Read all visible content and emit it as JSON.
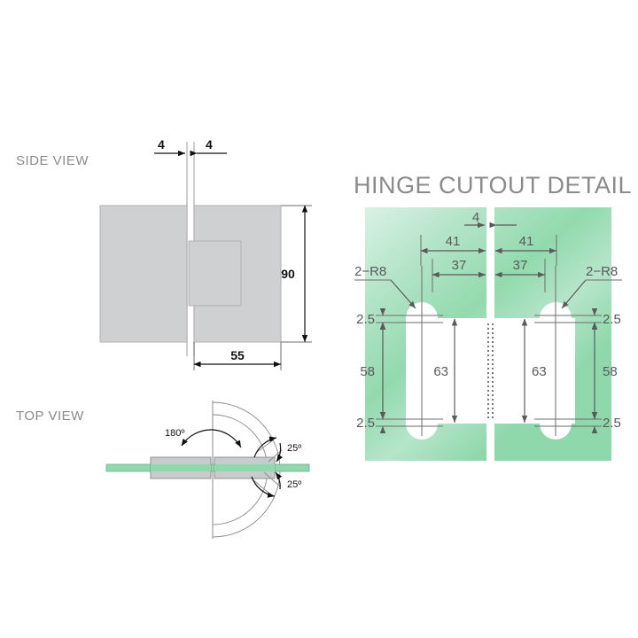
{
  "drawing": {
    "title_detail": "HINGE CUTOUT DETAIL",
    "side_view_label": "SIDE VIEW",
    "top_view_label": "TOP VIEW",
    "colors": {
      "glass_green": "#8fd9ae",
      "glass_green_light": "#d8f0e2",
      "plate_gray": "#cfd0d2",
      "label_gray": "#8b8b8b",
      "dimension_dark": "#111111",
      "dimension_gray": "#5a5a5a",
      "background": "#ffffff"
    }
  },
  "side_view": {
    "label": "SIDE VIEW",
    "dimensions": {
      "glass_thickness_left": "4",
      "glass_thickness_right": "4",
      "height": "90",
      "width": "55"
    }
  },
  "top_view": {
    "label": "TOP VIEW",
    "angles": {
      "center": "180º",
      "upper": "25º",
      "lower": "25º"
    }
  },
  "hinge_cutout_detail": {
    "title": "HINGE CUTOUT DETAIL",
    "dimensions": {
      "gap": "4",
      "left_41": "41",
      "right_41": "41",
      "left_37": "37",
      "right_37": "37",
      "radius_left": "2−R8",
      "radius_right": "2−R8",
      "top_left_25": "2.5",
      "top_right_25": "2.5",
      "bottom_left_25": "2.5",
      "bottom_right_25": "2.5",
      "left_58": "58",
      "right_58": "58",
      "left_63": "63",
      "right_63": "63"
    }
  }
}
